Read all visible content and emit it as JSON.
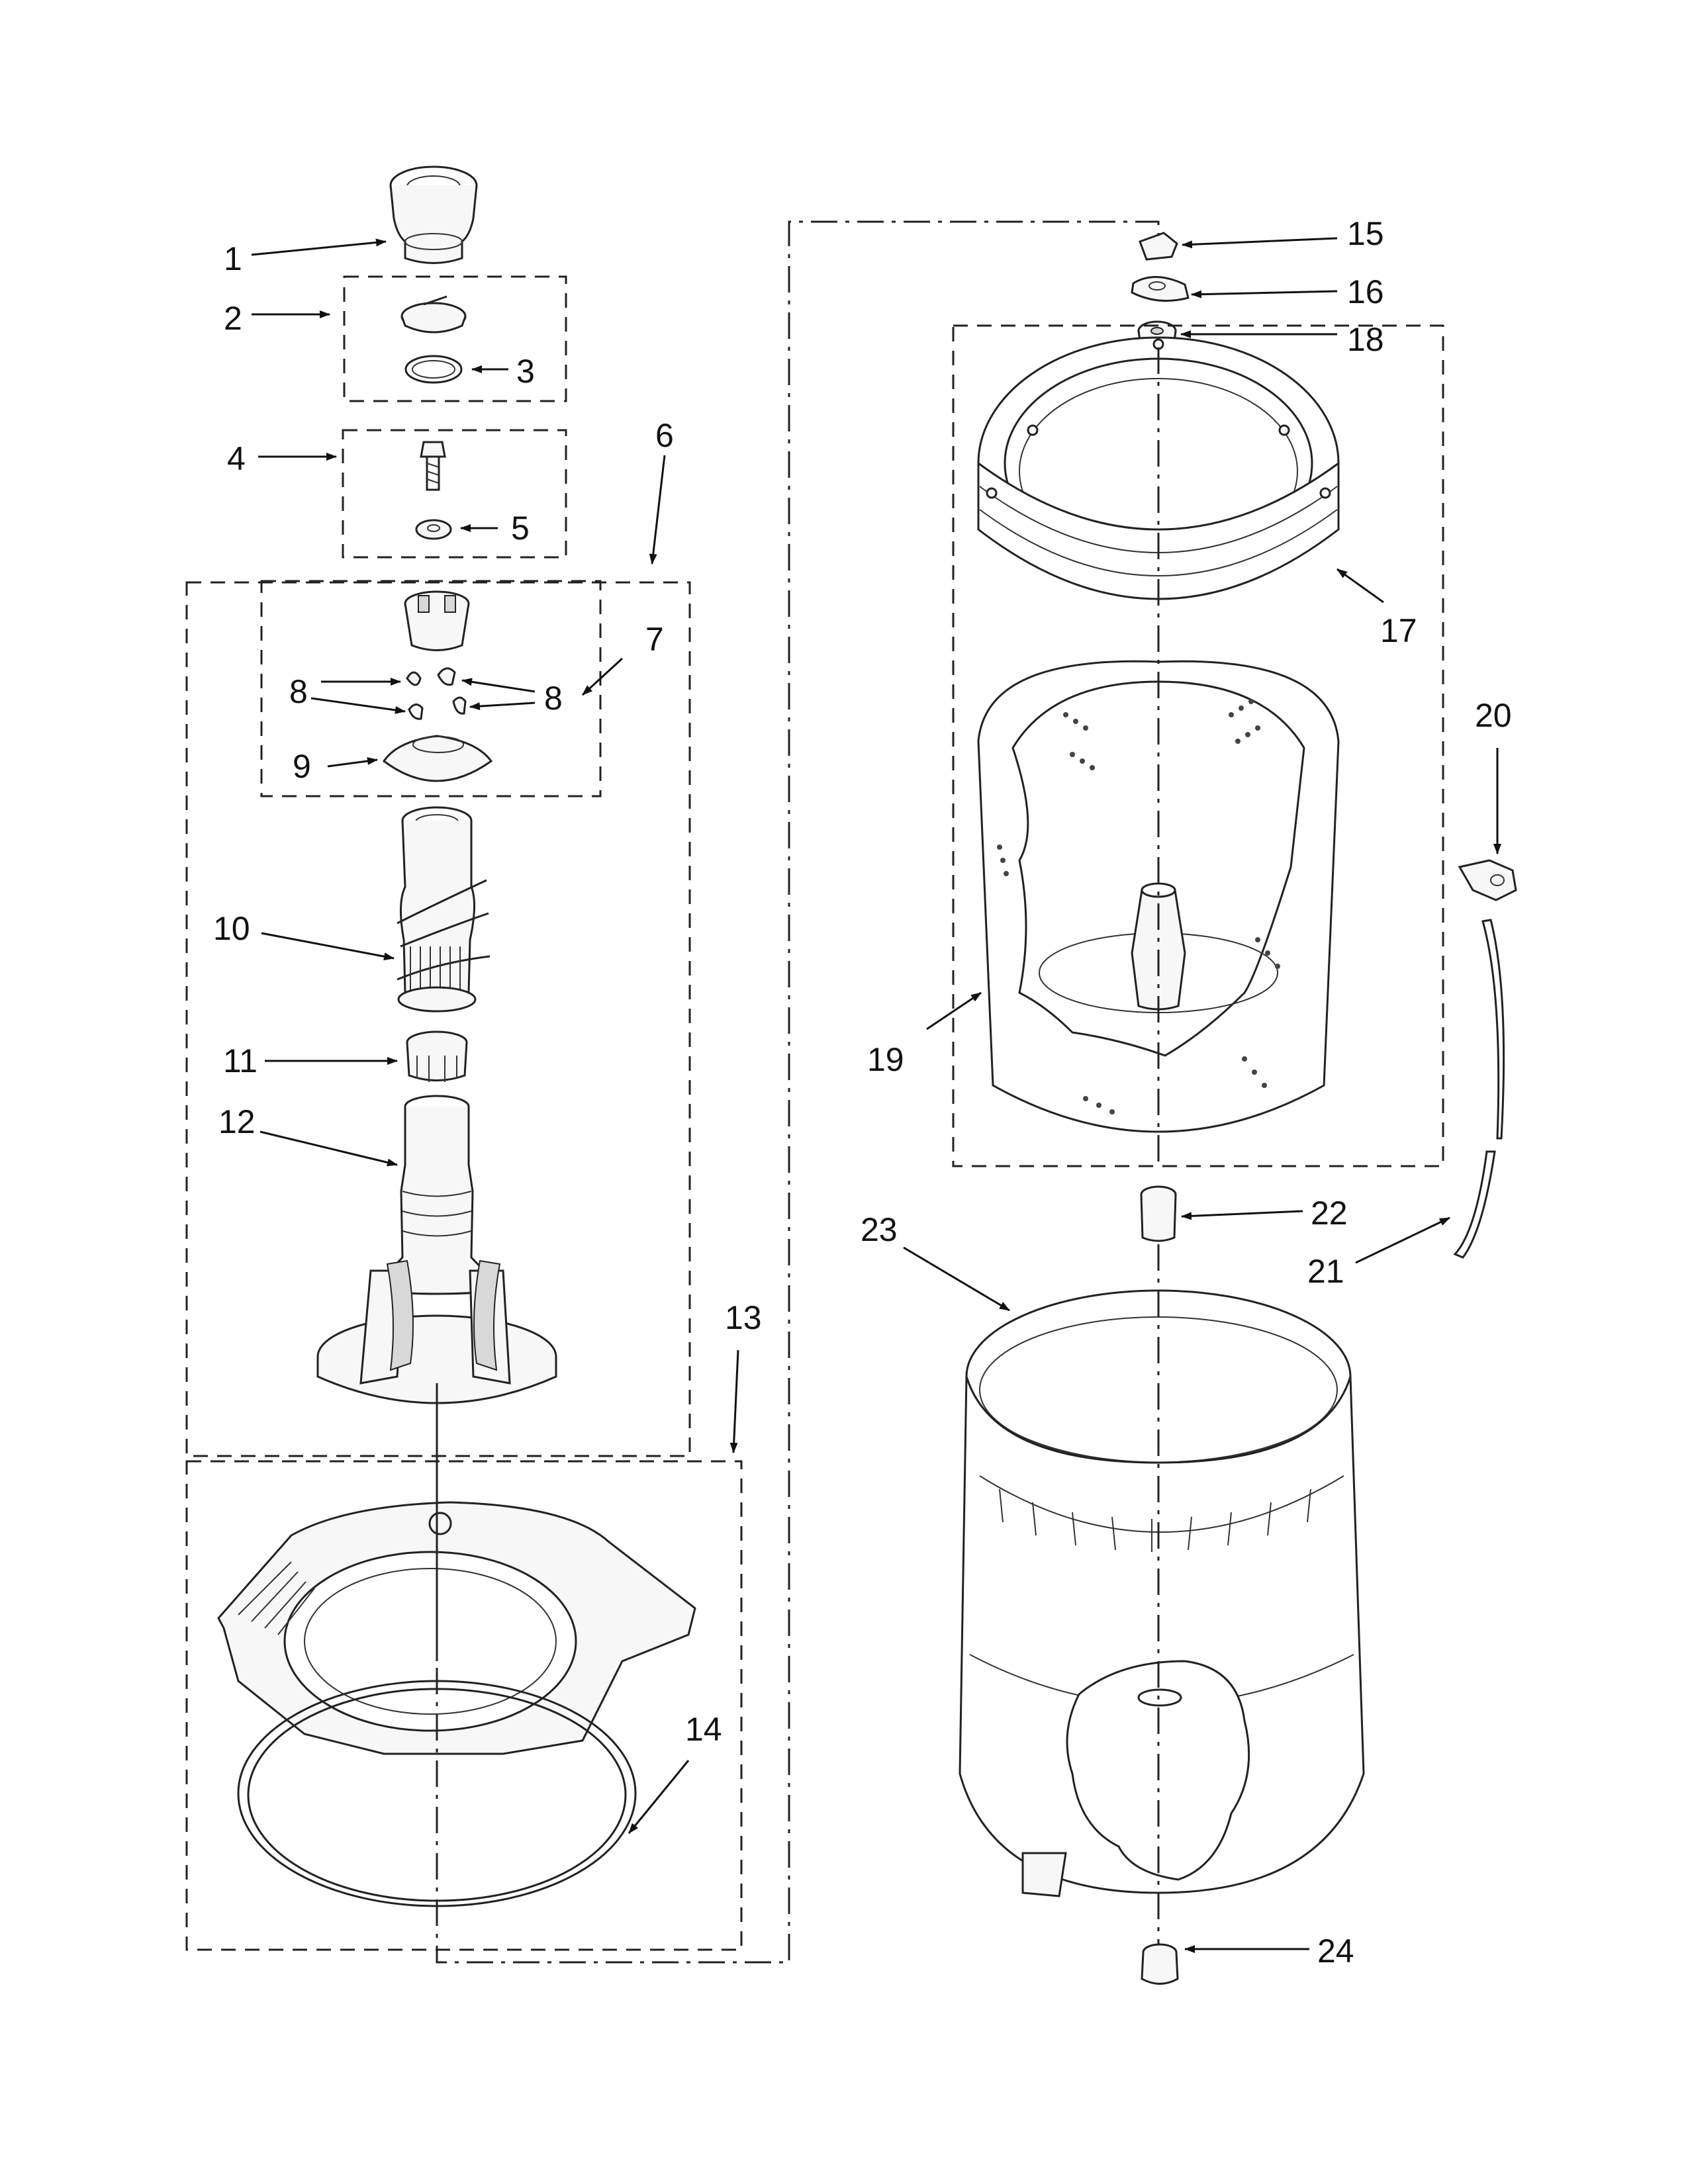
{
  "callouts": [
    {
      "id": "c1",
      "text": "1"
    },
    {
      "id": "c2",
      "text": "2"
    },
    {
      "id": "c3",
      "text": "3"
    },
    {
      "id": "c4",
      "text": "4"
    },
    {
      "id": "c5",
      "text": "5"
    },
    {
      "id": "c6",
      "text": "6"
    },
    {
      "id": "c7",
      "text": "7"
    },
    {
      "id": "c8a",
      "text": "8"
    },
    {
      "id": "c8b",
      "text": "8"
    },
    {
      "id": "c9",
      "text": "9"
    },
    {
      "id": "c10",
      "text": "10"
    },
    {
      "id": "c11",
      "text": "11"
    },
    {
      "id": "c12",
      "text": "12"
    },
    {
      "id": "c13",
      "text": "13"
    },
    {
      "id": "c14",
      "text": "14"
    },
    {
      "id": "c15",
      "text": "15"
    },
    {
      "id": "c16",
      "text": "16"
    },
    {
      "id": "c17",
      "text": "17"
    },
    {
      "id": "c18",
      "text": "18"
    },
    {
      "id": "c19",
      "text": "19"
    },
    {
      "id": "c20",
      "text": "20"
    },
    {
      "id": "c21",
      "text": "21"
    },
    {
      "id": "c22",
      "text": "22"
    },
    {
      "id": "c23",
      "text": "23"
    },
    {
      "id": "c24",
      "text": "24"
    }
  ]
}
